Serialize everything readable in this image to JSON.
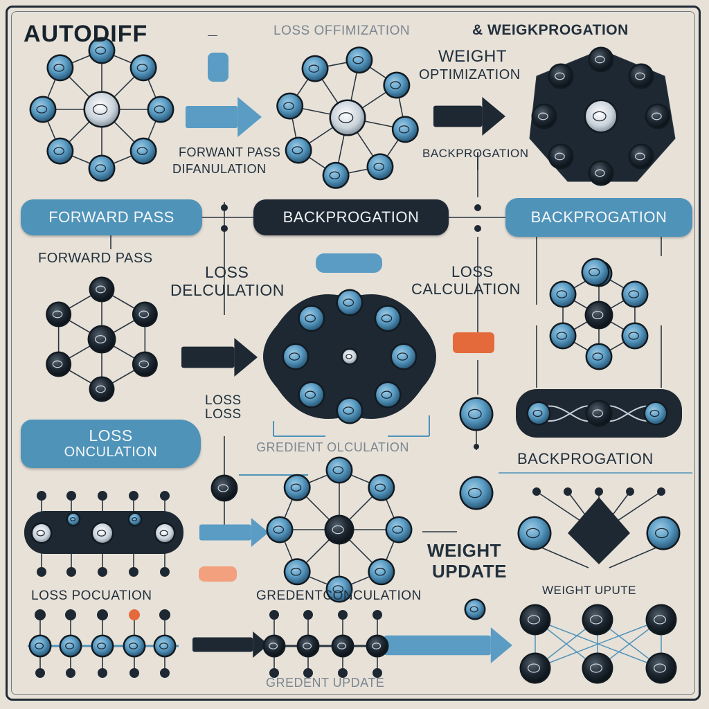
{
  "header": {
    "title": "AUTODIFF",
    "subtitle": "LOSS OFFIMIZATION",
    "subtitle_right": "& WEIGKPROGATION"
  },
  "labels": {
    "weight_optimization_1": "WEIGHT",
    "weight_optimization_2": "OPTIMIZATION",
    "forward_pass_calc_1": "FORWANT PASS",
    "forward_pass_calc_2": "DIFANULATION",
    "backprogation_small": "BACKPROGATION",
    "forward_pass_small": "FORWARD PASS",
    "loss_delculation_1": "LOSS",
    "loss_delculation_2": "DELCULATION",
    "loss_calculation_1": "LOSS",
    "loss_calculation_2": "CALCULATION",
    "loss_loss_1": "LOSS",
    "loss_loss_2": "LOSS",
    "gredient_olculation": "GREDIENT OLCULATION",
    "backprogation_lower": "BACKPROGATION",
    "weight_update_1": "WEIGHT",
    "weight_update_2": "UPDATE",
    "loss_pocuation": "LOSS POCUATION",
    "gredient_conculation": "GREDENTCONCULATION",
    "weight_upute": "WEIGHT UPUTE",
    "gredient_update": "GREDENT UPDATE"
  },
  "pills": {
    "forward_pass": "FORWARD PASS",
    "backprogation_center": "BACKPROGATION",
    "backprogation_right": "BACKPROGATION",
    "loss_1": "LOSS",
    "loss_2": "ONCULATION"
  },
  "colors": {
    "node_blue": "#5a9cc4",
    "node_dark": "#1e2832",
    "accent_orange": "#e46a3c",
    "pill_blue": "#4f93b9",
    "background": "#e7e1d8"
  }
}
